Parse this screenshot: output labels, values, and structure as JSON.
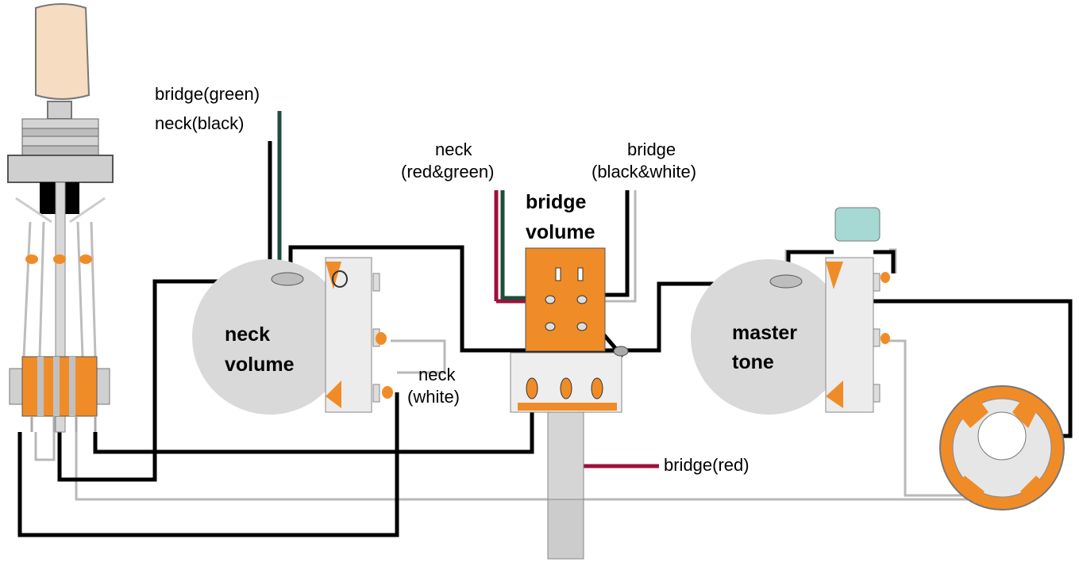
{
  "labels": {
    "switch_bridge_green": "bridge(green)",
    "switch_neck_black": "neck(black)",
    "neck_red_green_line1": "neck",
    "neck_red_green_line2": "(red&green)",
    "bridge_bw_line1": "bridge",
    "bridge_bw_line2": "(black&white)",
    "bridge_volume_line1": "bridge",
    "bridge_volume_line2": "volume",
    "neck_volume_line1": "neck",
    "neck_volume_line2": "volume",
    "neck_white_line1": "neck",
    "neck_white_line2": "(white)",
    "master_tone_line1": "master",
    "master_tone_line2": "tone",
    "bridge_red": "bridge(red)"
  },
  "colors": {
    "hot_wire": "#000000",
    "ground_wire": "#bdbdbd",
    "green_wire": "#1e4d3c",
    "red_wire": "#a0103c",
    "pot_body": "#d9d9d9",
    "lug": "#f08c28",
    "switch_tip": "#f6dcc0",
    "capacitor": "#a6d8d4"
  }
}
